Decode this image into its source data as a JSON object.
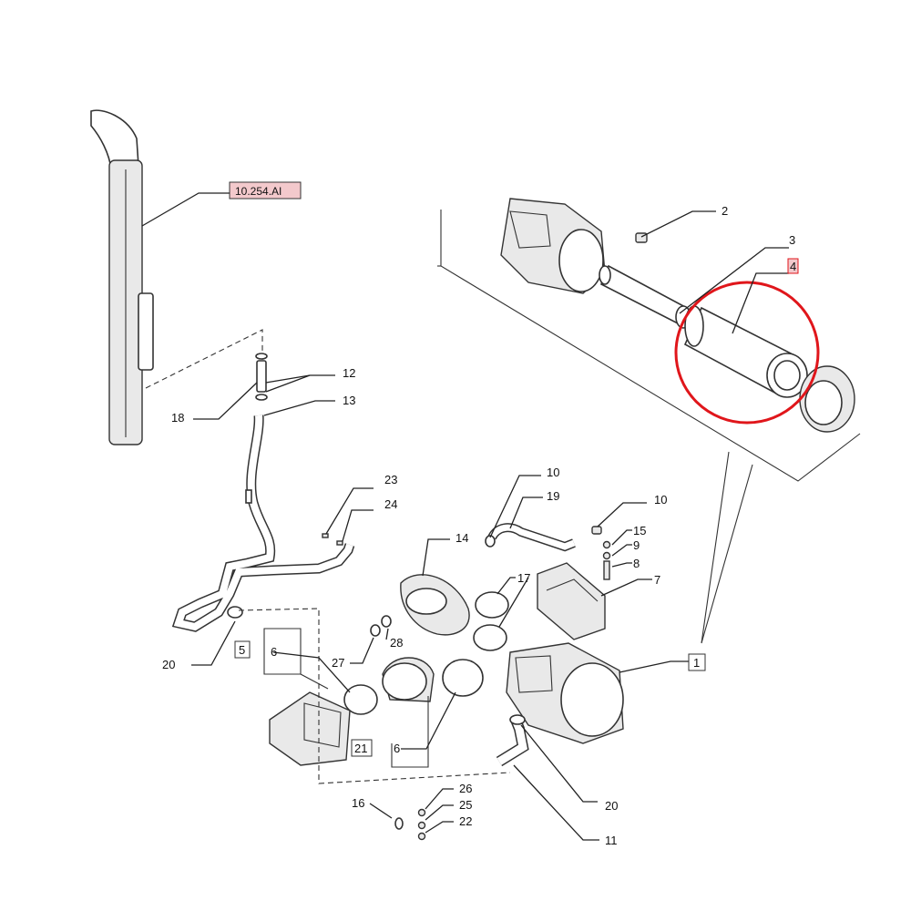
{
  "diagram": {
    "reference_label": "10.254.AI",
    "highlight_color": "#e0161b",
    "reference_fill": "#f3c9cc",
    "callouts": {
      "c1": "1",
      "c2": "2",
      "c3": "3",
      "c4": "4",
      "c5": "5",
      "c6a": "6",
      "c6b": "6",
      "c7": "7",
      "c8": "8",
      "c9": "9",
      "c10a": "10",
      "c10b": "10",
      "c11": "11",
      "c12": "12",
      "c13": "13",
      "c14": "14",
      "c15": "15",
      "c16": "16",
      "c17": "17",
      "c18": "18",
      "c19": "19",
      "c20a": "20",
      "c20b": "20",
      "c21": "21",
      "c22": "22",
      "c23": "23",
      "c24": "24",
      "c25": "25",
      "c26": "26",
      "c27": "27",
      "c28": "28"
    }
  }
}
